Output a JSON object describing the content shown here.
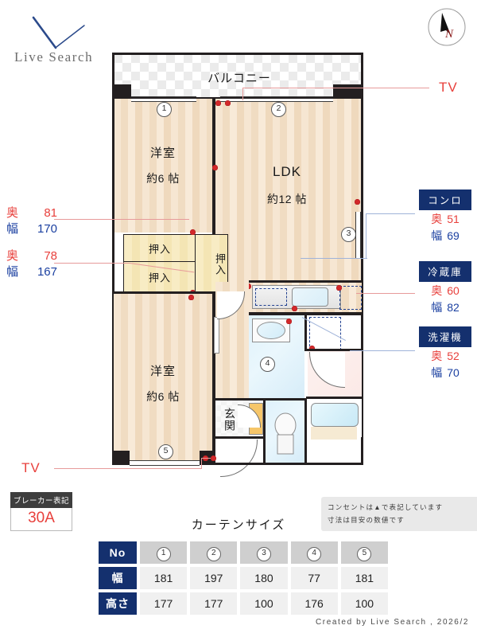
{
  "brand": {
    "name": "Live Search",
    "logo_icon": "checkmark-v-icon"
  },
  "compass": {
    "north_label": "N",
    "icon": "compass-north-icon"
  },
  "plan": {
    "rooms": [
      {
        "id": "balcony",
        "name": "バルコニー",
        "size": ""
      },
      {
        "id": "washitsu1",
        "name": "洋室",
        "size": "約6 帖"
      },
      {
        "id": "ldk",
        "name": "LDK",
        "size": "約12 帖"
      },
      {
        "id": "washitsu2",
        "name": "洋室",
        "size": "約6 帖"
      },
      {
        "id": "genkan",
        "name": "玄関",
        "size": ""
      }
    ],
    "closets": [
      {
        "id": "closet-upper",
        "name": "押入"
      },
      {
        "id": "closet-lower",
        "name": "押入"
      },
      {
        "id": "closet-right",
        "name": "押入"
      }
    ],
    "curtain_markers": [
      "1",
      "2",
      "3",
      "4",
      "5"
    ],
    "tv_labels": [
      "TV",
      "TV"
    ]
  },
  "appliance_specs": [
    {
      "id": "konro",
      "title": "コンロ",
      "depth_key": "奥",
      "depth": "51",
      "width_key": "幅",
      "width": "69"
    },
    {
      "id": "reizoko",
      "title": "冷蔵庫",
      "depth_key": "奥",
      "depth": "60",
      "width_key": "幅",
      "width": "82"
    },
    {
      "id": "sentaku",
      "title": "洗濯機",
      "depth_key": "奥",
      "depth": "52",
      "width_key": "幅",
      "width": "70"
    }
  ],
  "closet_dims": [
    {
      "id": "closet-dim-upper",
      "depth_key": "奥",
      "depth": "81",
      "width_key": "幅",
      "width": "170"
    },
    {
      "id": "closet-dim-lower",
      "depth_key": "奥",
      "depth": "78",
      "width_key": "幅",
      "width": "167"
    }
  ],
  "breaker": {
    "title": "ブレーカー表記",
    "value": "30A"
  },
  "note": {
    "line1": "コンセントは▲で表記しています",
    "line2": "寸法は目安の数値です"
  },
  "curtain": {
    "title": "カーテンサイズ",
    "headers": [
      "No",
      "幅",
      "高さ"
    ],
    "numbers": [
      "1",
      "2",
      "3",
      "4",
      "5"
    ],
    "widths": [
      "181",
      "197",
      "180",
      "77",
      "181"
    ],
    "heights": [
      "177",
      "177",
      "100",
      "176",
      "100"
    ]
  },
  "footer": {
    "text": "Created by Live Search , 2026/2"
  },
  "colors": {
    "navy": "#14306e",
    "red": "#e8403c",
    "blue": "#1a3fa0",
    "floor": "#f6e6d2",
    "tatami": "#f7e9c9"
  }
}
